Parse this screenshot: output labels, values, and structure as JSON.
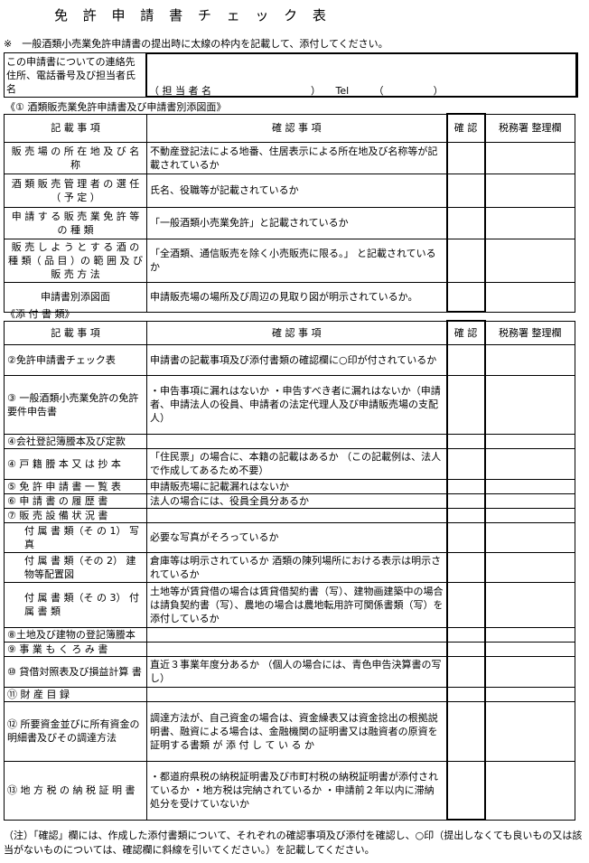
{
  "title": "免 許 申 請 書 チ ェ ッ ク 表",
  "notice": "※　一般酒類小売業免許申請書の提出時に太線の枠内を記載して、添付してください。",
  "contact": {
    "label": "この申請書についての連絡先住所、電話番号及び担当者氏名",
    "sub": "（ 担 当 者 名　　　　　　　　　　）　　Tel　　　（　　　　　）"
  },
  "section1": {
    "heading": "《① 酒類販売業免許申請書及び申請書別添図面》",
    "headers": [
      "記 載 事 項",
      "確 認 事 項",
      "確 認",
      "税務署 整理欄"
    ],
    "rows": [
      {
        "item": "販 売 場 の 所 在 地 及 び 名 称",
        "check": "不動産登記法による地番、住居表示による所在地及び名称等が記載されているか"
      },
      {
        "item": "酒 類 販 売 管 理 者 の 選 任（ 予 定 ）",
        "check": "氏名、役職等が記載されているか"
      },
      {
        "item": "申 請 す る 販 売 業 免 許 等 の 種 類",
        "check": "「一般酒類小売業免許」と記載されているか"
      },
      {
        "item": "販 売 し よ う と す る 酒 の 種 類（ 品 目 ）の 範 囲 及 び 販 売 方 法",
        "check": "「全酒類、通信販売を除く小売販売に限る。」 と記載されているか"
      },
      {
        "item": "申請書別添図面",
        "check": "申請販売場の場所及び周辺の見取り図が明示されているか。"
      }
    ]
  },
  "section2": {
    "heading": "《添 付 書 類》",
    "headers": [
      "記 載 事 項",
      "確 認 事 項",
      "確 認",
      "税務署 整理欄"
    ],
    "rows": [
      {
        "item": "②免許申請書チェック表",
        "check": "申請書の記載事項及び添付書類の確認欄に○印が付されているか"
      },
      {
        "item": "③ 一般酒類小売業免許の免許要件申告書",
        "check": "・申告事項に漏れはないか ・申告すべき者に漏れはないか（申請者、申請法人の役員、申請者の法定代理人及び申請販売場の支配人）"
      },
      {
        "item": "④会社登記簿謄本及び定款",
        "check": ""
      },
      {
        "item": "④ 戸 籍 謄 本 又 は 抄 本",
        "check": "「住民票」の場合に、本籍の記載はあるか （この記載例は、法人で作成してあるため不要）"
      },
      {
        "item": "⑤ 免 許 申 請 書 一 覧 表",
        "check": "申請販売場に記載漏れはないか"
      },
      {
        "item": "⑥ 申 請 書 の 履 歴 書",
        "check": "法人の場合には、役員全員分あるか"
      },
      {
        "item": "⑦ 販 売 設 備 状 況 書",
        "check": ""
      },
      {
        "item": "付 属 書 類（そ の 1） 写 真",
        "check": "必要な写真がそろっているか"
      },
      {
        "item": "付 属 書 類（その 2） 建物等配置図",
        "check": "倉庫等は明示されているか 酒類の陳列場所における表示は明示されているか"
      },
      {
        "item": "付 属 書 類（そ の 3） 付 属 書 類",
        "check": "土地等が賃貸借の場合は賃貸借契約書（写）、建物画建築中の場合は請負契約書（写）、農地の場合は農地転用許可関係書類（写）を添付しているか"
      },
      {
        "item": "⑧土地及び建物の登記簿謄本",
        "check": ""
      },
      {
        "item": "⑨ 事 業 も く ろ み 書",
        "check": ""
      },
      {
        "item": "⑩ 貸借対照表及び損益計算 書",
        "check": "直近３事業年度分あるか （個人の場合には、青色申告決算書の写し）"
      },
      {
        "item": "⑪ 財 産 目 録",
        "check": ""
      },
      {
        "item": "⑫ 所要資金並びに所有資金の明細書及びその調達方法",
        "check": "調達方法が、自己資金の場合は、資金繰表又は資金捻出の根拠説明書、融資による場合は、金融機関の証明書又は融資者の原資を証明する書類 が 添 付 し て い る か"
      },
      {
        "item": "⑬ 地 方 税 の 納 税 証 明 書",
        "check": "・都道府県税の納税証明書及び市町村税の納税証明書が添付されているか ・地方税は完納されているか ・申請前２年以内に滞納処分を受けていないか"
      }
    ]
  },
  "note": "（注）「確認」欄には、作成した添付書類について、それぞれの確認事項及び添付を確認し、○印（提出しなくても良いもの又は該当がないものについては、確認欄に斜線を引いてください。）を記載してください。"
}
